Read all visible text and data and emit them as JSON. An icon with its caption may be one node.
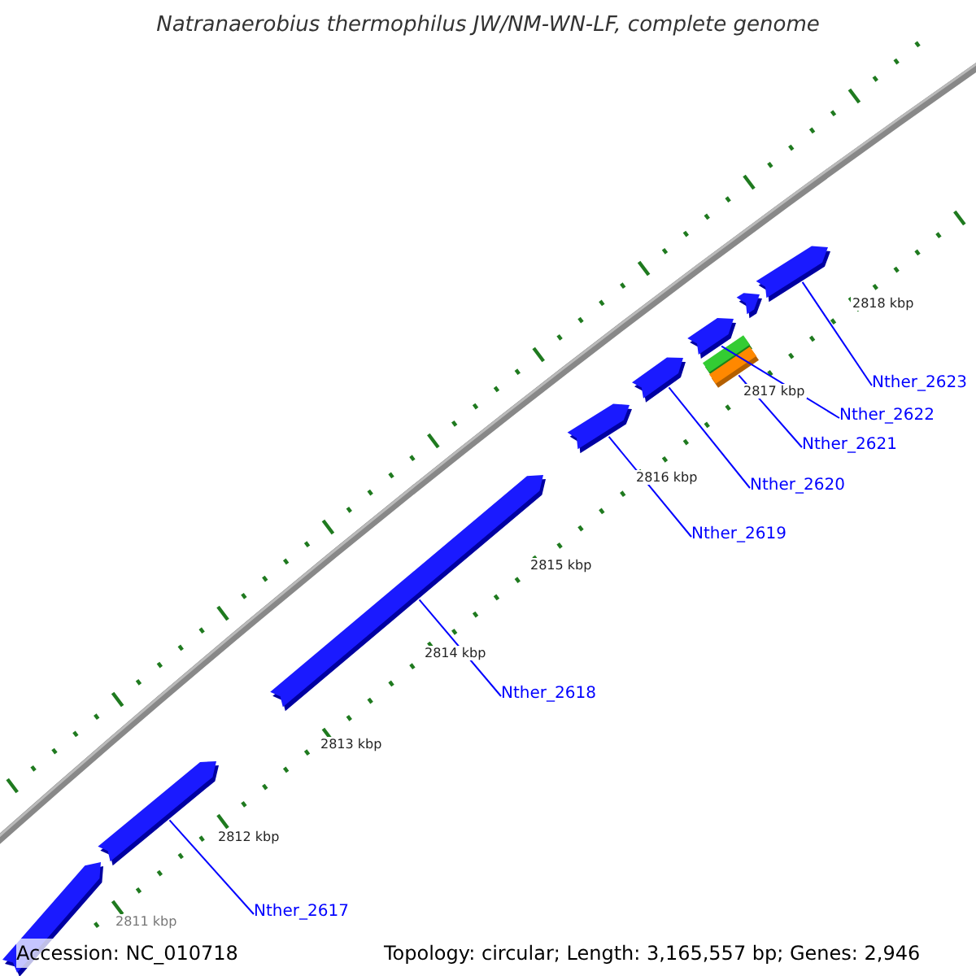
{
  "diagram": {
    "title": "Natranaerobius thermophilus JW/NM-WN-LF, complete genome",
    "nodes": [
      {
        "text": [],
        "shape": "arrow"
      },
      {
        "text": [],
        "shape": "arrow"
      },
      {
        "text": [],
        "shape": "arrow"
      },
      {
        "text": [],
        "shape": "arrow"
      },
      {
        "text": [],
        "shape": "arrow"
      },
      {
        "text": [],
        "shape": "arrow"
      },
      {
        "text": [],
        "shape": "arrow"
      },
      {
        "text": [],
        "shape": "arrow"
      },
      {
        "text": [],
        "shape": "bar"
      },
      {
        "text": [],
        "shape": "bar"
      },
      {
        "text": [
          "Nther_2623"
        ]
      },
      {
        "text": [
          "Nther_2622"
        ]
      },
      {
        "text": [
          "Nther_2621"
        ]
      },
      {
        "text": [
          "Nther_2620"
        ]
      },
      {
        "text": [
          "Nther_2619"
        ]
      },
      {
        "text": [
          "Nther_2618"
        ]
      },
      {
        "text": [
          "Nther_2617"
        ]
      }
    ],
    "edges": [
      {
        "from": 10,
        "to": 7,
        "arrow": "none"
      },
      {
        "from": 11,
        "to": 5,
        "arrow": "none"
      },
      {
        "from": 12,
        "to": 9,
        "arrow": "none"
      },
      {
        "from": 13,
        "to": 4,
        "arrow": "none"
      },
      {
        "from": 14,
        "to": 3,
        "arrow": "none"
      },
      {
        "from": 15,
        "to": 2,
        "arrow": "none"
      },
      {
        "from": 16,
        "to": 1,
        "arrow": "none"
      }
    ],
    "labels": [
      "2818 kbp",
      "2817 kbp",
      "2816 kbp",
      "2815 kbp",
      "2814 kbp",
      "2813 kbp",
      "2812 kbp",
      "2811 kbp",
      "Accession: NC_010718",
      "Topology: circular; Length: 3,165,557 bp; Genes: 2,946"
    ]
  }
}
